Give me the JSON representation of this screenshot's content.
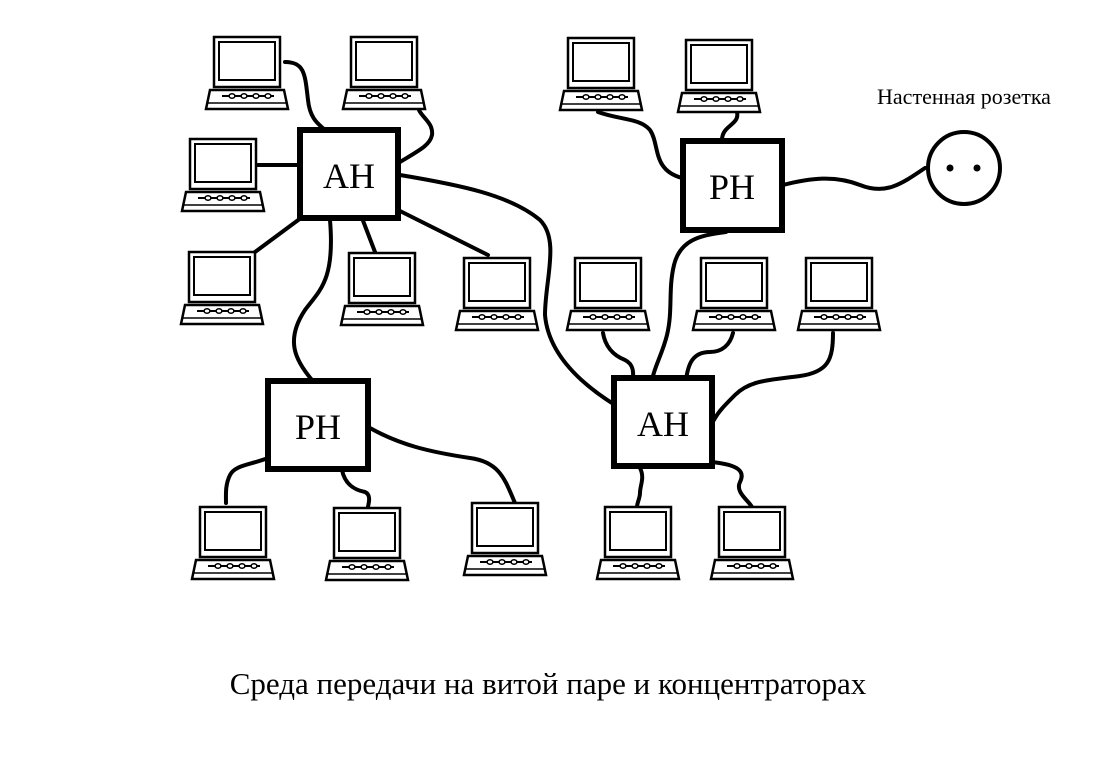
{
  "diagram": {
    "hubs": [
      {
        "id": "ah1",
        "label": "АН"
      },
      {
        "id": "rh1",
        "label": "РН"
      },
      {
        "id": "rh2",
        "label": "РН"
      },
      {
        "id": "ah2",
        "label": "АН"
      }
    ],
    "wall_socket": {
      "label": "Настенная розетка"
    },
    "caption": "Среда передачи на витой паре и концентраторах"
  }
}
